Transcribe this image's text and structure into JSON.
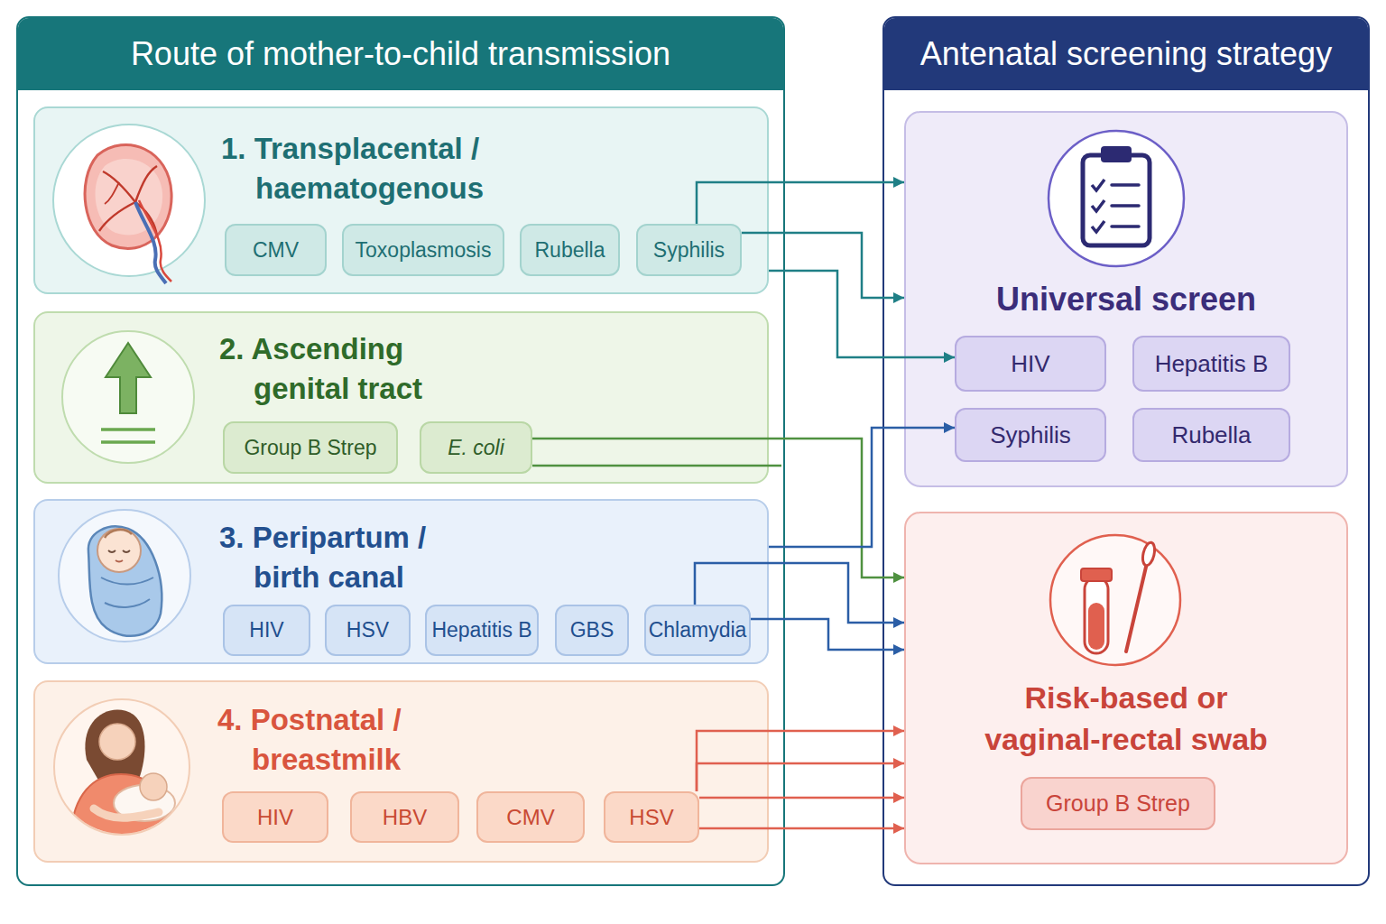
{
  "diagram": {
    "nodes": [
      {
        "text": [
          "Route of mother-to-child transmission"
        ]
      },
      {
        "text": [
          "1. Transplacental / haematogenous"
        ],
        "in": 0
      },
      {
        "text": [
          "CMV"
        ],
        "in": 1
      },
      {
        "text": [
          "Toxoplasmosis"
        ],
        "in": 1
      },
      {
        "text": [
          "Rubella"
        ],
        "in": 1
      },
      {
        "text": [
          "Syphilis"
        ],
        "in": 1
      },
      {
        "text": [
          "2. Ascending genital tract"
        ],
        "in": 0
      },
      {
        "text": [
          "Group B Strep"
        ],
        "in": 6
      },
      {
        "text": [
          "E. coli"
        ],
        "in": 6
      },
      {
        "text": [
          "3. Peripartum / birth canal"
        ],
        "in": 0
      },
      {
        "text": [
          "HIV"
        ],
        "in": 9
      },
      {
        "text": [
          "HSV"
        ],
        "in": 9
      },
      {
        "text": [
          "Hepatitis B"
        ],
        "in": 9
      },
      {
        "text": [
          "GBS"
        ],
        "in": 9
      },
      {
        "text": [
          "Chlamydia"
        ],
        "in": 9
      },
      {
        "text": [
          "4. Postnatal / breastmilk"
        ],
        "in": 0
      },
      {
        "text": [
          "HIV"
        ],
        "in": 15
      },
      {
        "text": [
          "HBV"
        ],
        "in": 15
      },
      {
        "text": [
          "CMV"
        ],
        "in": 15
      },
      {
        "text": [
          "HSV"
        ],
        "in": 15
      },
      {
        "text": [
          "Antenatal screening strategy"
        ]
      },
      {
        "text": [
          "Universal screen"
        ],
        "in": 20
      },
      {
        "text": [
          "HIV"
        ],
        "in": 21
      },
      {
        "text": [
          "Hepatitis B"
        ],
        "in": 21
      },
      {
        "text": [
          "Syphilis"
        ],
        "in": 21
      },
      {
        "text": [
          "Rubella"
        ],
        "in": 21
      },
      {
        "text": [
          "Risk-based or vaginal-rectal swab"
        ],
        "in": 20
      },
      {
        "text": [
          "Group B Strep"
        ],
        "in": 26
      }
    ],
    "edges": [
      {
        "from": 5,
        "to": 21,
        "arrow": "to"
      },
      {
        "from": 5,
        "to": 21,
        "arrow": "to"
      },
      {
        "from": 1,
        "to": 22,
        "arrow": "to"
      },
      {
        "from": 8,
        "to": 26,
        "arrow": "to"
      },
      {
        "from": 9,
        "to": 24,
        "arrow": "to"
      },
      {
        "from": 14,
        "to": 26,
        "arrow": "to"
      },
      {
        "from": 14,
        "to": 26,
        "arrow": "to"
      },
      {
        "from": 19,
        "to": 26,
        "arrow": "to"
      },
      {
        "from": 19,
        "to": 26,
        "arrow": "to"
      },
      {
        "from": 19,
        "to": 26,
        "arrow": "to"
      },
      {
        "from": 19,
        "to": 26,
        "arrow": "to"
      }
    ]
  }
}
